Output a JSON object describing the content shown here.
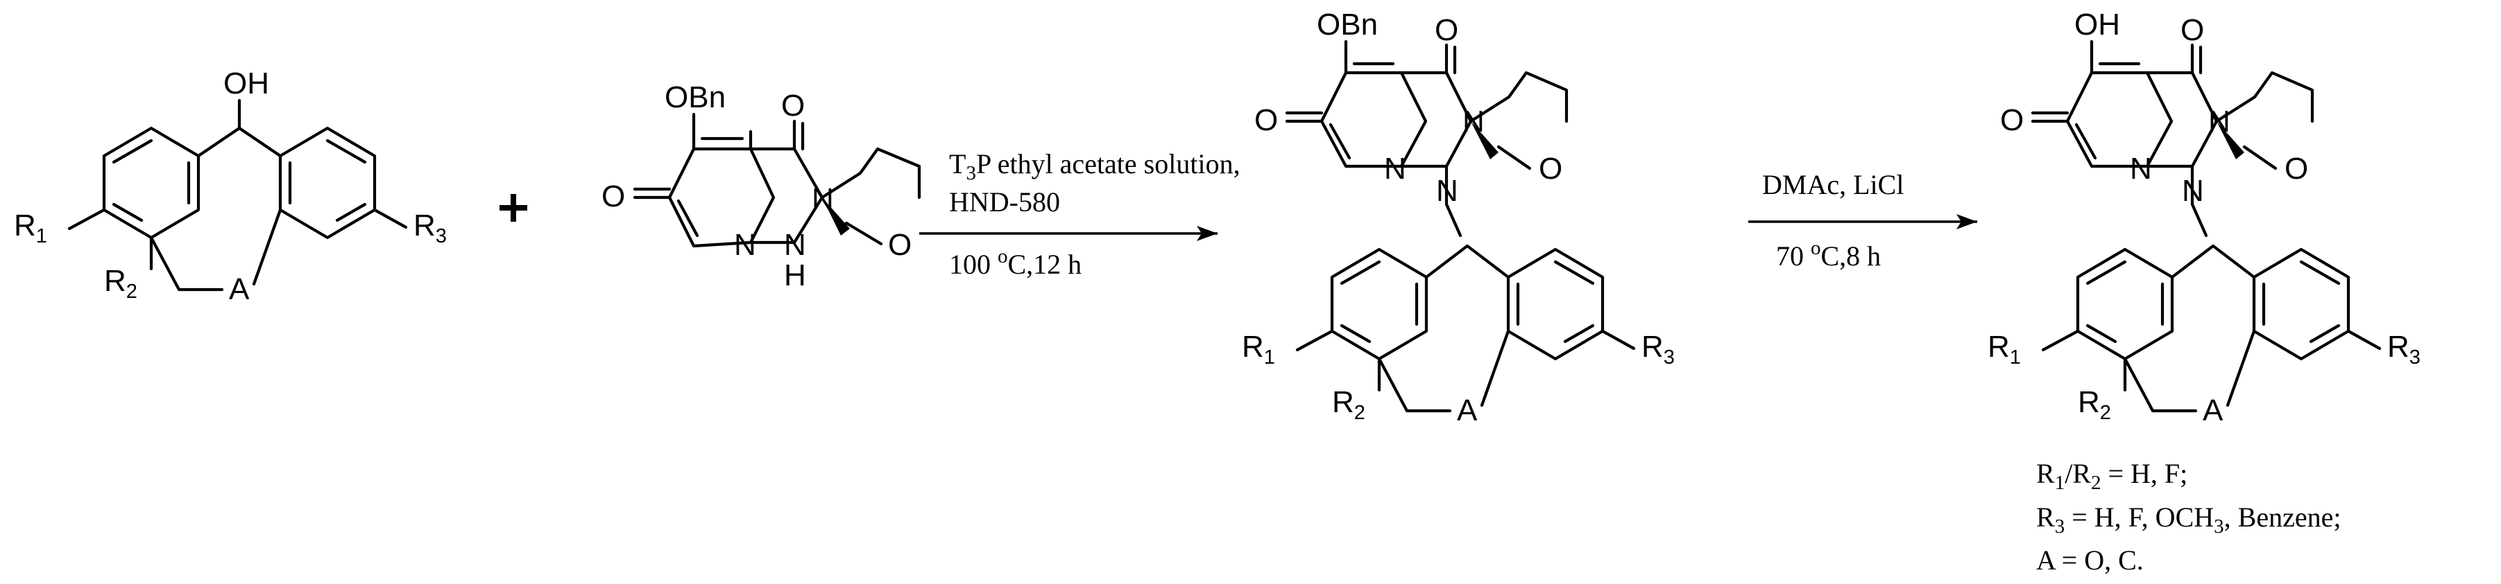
{
  "atoms": {
    "oh": "OH",
    "obn": "OBn",
    "o": "O",
    "n": "N",
    "h": "H",
    "a": "A",
    "r": "R",
    "sub1": "1",
    "sub2": "2",
    "sub3": "3"
  },
  "step1": {
    "line1_pre": "T",
    "line1_sub": "3",
    "line1_post": "P ethyl acetate solution,",
    "line2": "HND-580",
    "temp_val": "100 ",
    "temp_deg": "o",
    "temp_post": "C,12 h"
  },
  "step2": {
    "reagents": "DMAc, LiCl",
    "temp_val": "70 ",
    "temp_deg": "o",
    "temp_post": "C,8 h"
  },
  "substituents": {
    "l1_r1": "R",
    "l1_s1": "1",
    "l1_mid": "/R",
    "l1_s2": "2",
    "l1_post": " = H, F;",
    "l2_r": "R",
    "l2_s": "3",
    "l2_mid": " = H, F, OCH",
    "l2_s2": "3",
    "l2_post": ", Benzene;",
    "l3": "A = O, C."
  }
}
